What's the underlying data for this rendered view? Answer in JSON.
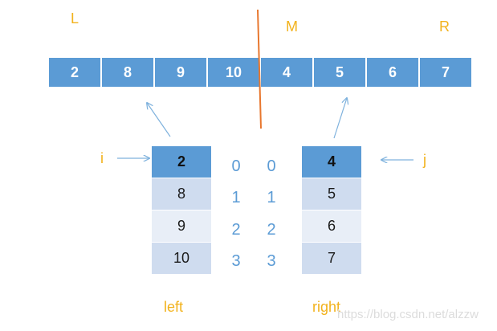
{
  "labels": {
    "L": "L",
    "M": "M",
    "R": "R",
    "i": "i",
    "j": "j",
    "left": "left",
    "right": "right"
  },
  "array": [
    "2",
    "8",
    "9",
    "10",
    "4",
    "5",
    "6",
    "7"
  ],
  "left_column": [
    "2",
    "8",
    "9",
    "10"
  ],
  "right_column": [
    "4",
    "5",
    "6",
    "7"
  ],
  "left_indices": [
    "0",
    "1",
    "2",
    "3"
  ],
  "right_indices": [
    "0",
    "1",
    "2",
    "3"
  ],
  "watermark": "https://blog.csdn.net/alzzw",
  "colors": {
    "cell": "#5b9bd5",
    "divider": "#e8772e",
    "label": "#f2b21c",
    "arrow": "#7fb2dd"
  }
}
